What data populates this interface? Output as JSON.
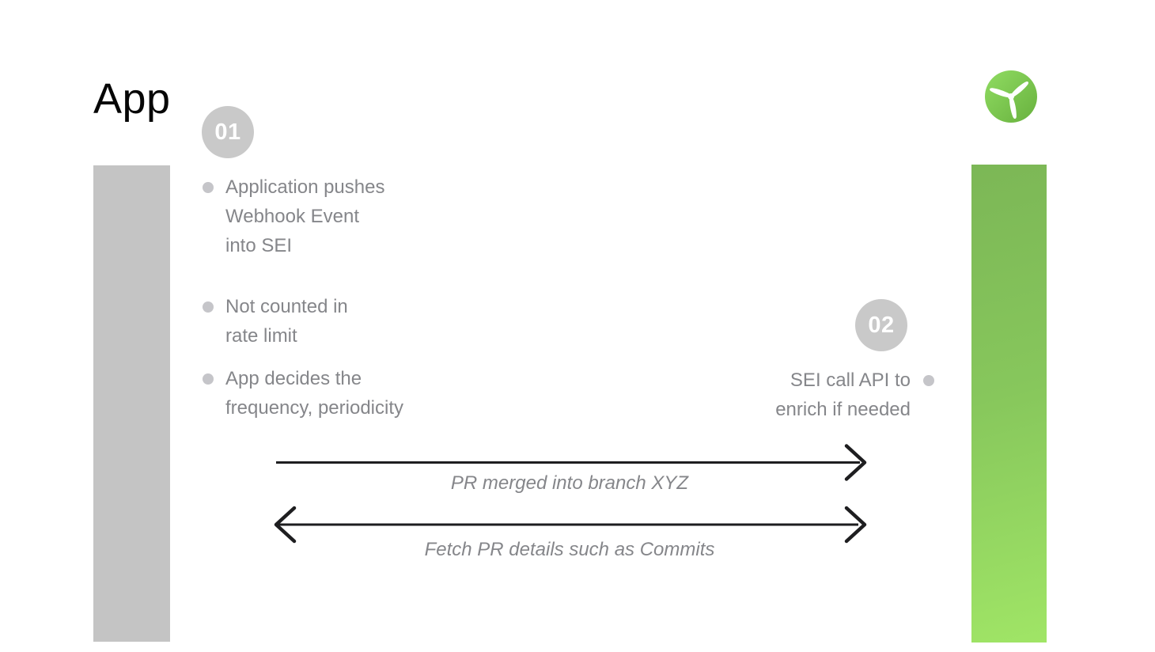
{
  "title": "App",
  "logo": {
    "icon": "propeller-logo"
  },
  "step1": {
    "badge": "01",
    "items": [
      {
        "lines": [
          "Application pushes",
          "Webhook Event",
          "into SEI"
        ]
      },
      {
        "lines": [
          "Not counted in",
          "rate limit"
        ]
      },
      {
        "lines": [
          "App decides the",
          "frequency, periodicity"
        ]
      }
    ]
  },
  "step2": {
    "badge": "02",
    "note_lines": [
      "SEI call API to",
      "enrich if needed"
    ]
  },
  "arrows": {
    "forward_label": "PR merged into branch XYZ",
    "backward_label": "Fetch PR details such as Commits"
  },
  "colors": {
    "background": "#ffffff",
    "title_text": "#060606",
    "body_text_gray": "#85868a",
    "bullet_dot": "#c5c5c9",
    "badge_background": "#c9c9c9",
    "badge_text": "#ffffff",
    "left_bar": "#c4c4c4",
    "right_bar_gradient_top": "#7cb756",
    "right_bar_gradient_bottom": "#a0e566",
    "arrow_stroke": "#1e1e20",
    "logo_green_light": "#90dc62",
    "logo_green_dark": "#68b13e"
  }
}
